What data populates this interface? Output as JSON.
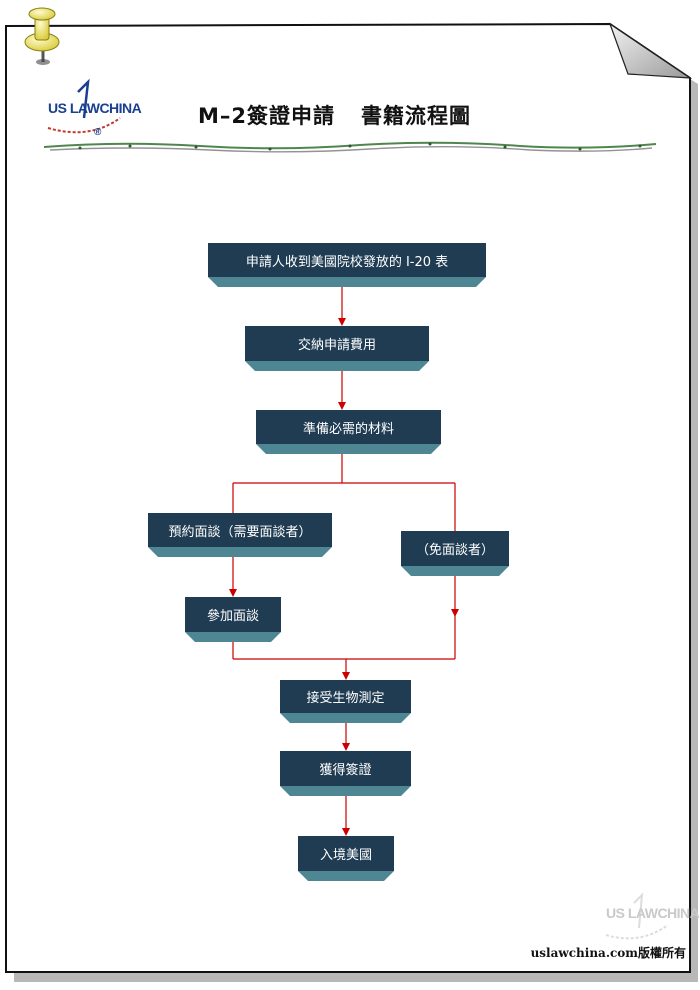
{
  "header": {
    "title_main": "M–2簽證申請",
    "title_sub": "書籍流程圖",
    "logo_text": "US LAWCHINA",
    "logo_mark": "®"
  },
  "flow": {
    "receive_i20": "申請人收到美國院校發放的 I-20 表",
    "pay_fee": "交納申請費用",
    "prepare_materials": "準備必需的材料",
    "book_interview": "預約面談（需要面談者）",
    "no_interview": "（免面談者）",
    "attend_interview": "參加面談",
    "biometrics": "接受生物測定",
    "get_visa": "獲得簽證",
    "enter_us": "入境美國"
  },
  "footer": {
    "watermark": "US LAWCHINA",
    "copyright": "uslawchina.com版權所有"
  },
  "colors": {
    "box_face": "#1f3c52",
    "box_base": "#4e8793",
    "connector": "#cc0000"
  }
}
